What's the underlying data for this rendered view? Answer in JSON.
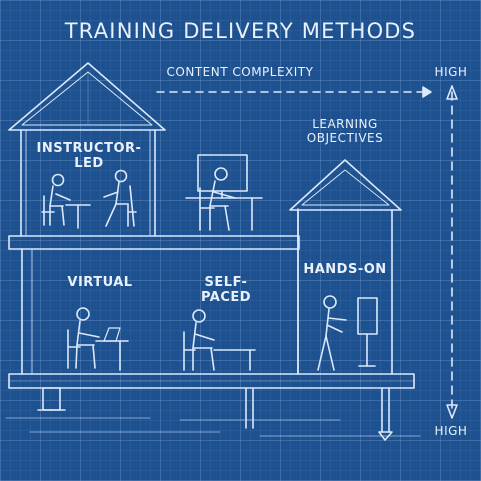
{
  "title": "TRAINING DELIVERY METHODS",
  "axis": {
    "horizontal_label": "CONTENT COMPLEXITY",
    "high_top": "HIGH",
    "high_bottom": "HIGH"
  },
  "rooms": {
    "instructor_led": "INSTRUCTOR-\nLED",
    "learning_objectives": "LEARNING\nOBJECTIVES",
    "virtual": "VIRTUAL",
    "self_paced": "SELF-\nPACED",
    "hands_on": "HANDS-ON"
  },
  "colors": {
    "background": "#1e5190",
    "line": "#dbe9fb"
  }
}
